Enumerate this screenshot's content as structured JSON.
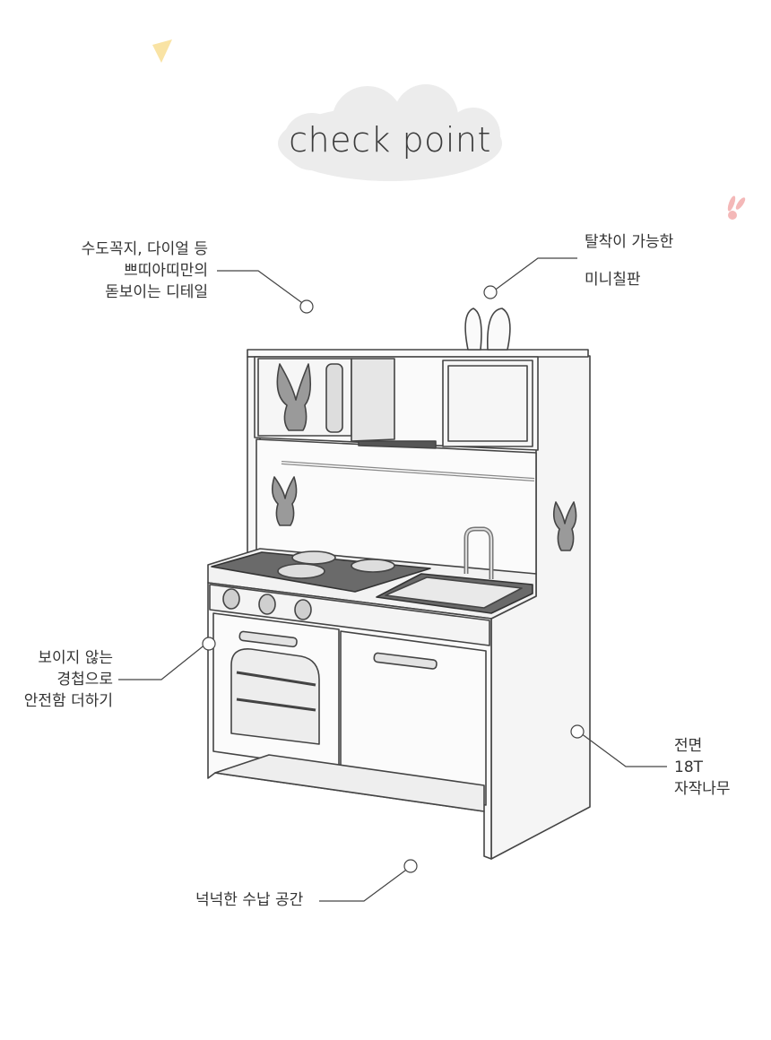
{
  "title": "check point",
  "colors": {
    "cloud": "#ececec",
    "accent_yellow": "#f9e3a4",
    "accent_pink": "#f4b8b8",
    "line": "#444444",
    "countertop": "#6a6a6a"
  },
  "callouts": {
    "faucet": {
      "lines": [
        "수도꼭지, 다이얼 등",
        "쁘띠아띠만의",
        "돋보이는 디테일"
      ]
    },
    "chalkboard": {
      "lines": [
        "탈착이 가능한",
        "미니칠판"
      ]
    },
    "hinge": {
      "lines": [
        "보이지 않는",
        "경첩으로",
        "안전함 더하기"
      ]
    },
    "material": {
      "lines": [
        "전면",
        "18T",
        "자작나무"
      ]
    },
    "storage": {
      "lines": [
        "넉넉한 수납 공간"
      ]
    }
  },
  "icons": [
    "heart-decoration-icon",
    "bunny-decoration-icon"
  ]
}
